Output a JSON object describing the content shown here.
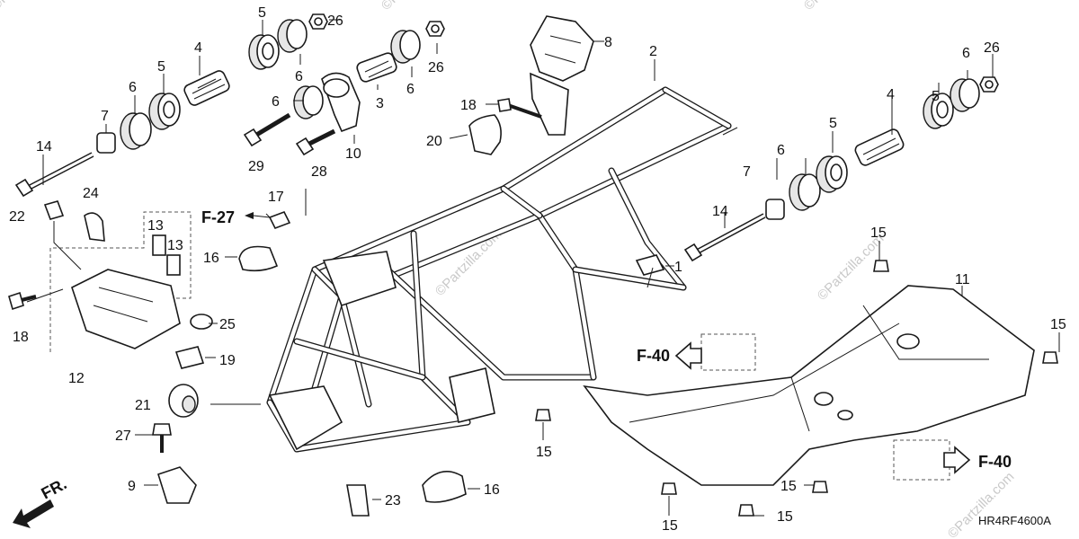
{
  "diagram": {
    "code": "HR4RF4600A",
    "direction_label": "FR.",
    "refs": {
      "f27": "F-27",
      "f40_left": "F-40",
      "f40_right": "F-40"
    },
    "watermarks": [
      "©Partzilla.com",
      "©Partzilla.com",
      "©Partzilla.com",
      "©Partzilla.com",
      "©Partzilla.com",
      "©Partzilla.com"
    ],
    "callouts": {
      "c1": "1",
      "c2": "2",
      "c3": "3",
      "c4a": "4",
      "c4b": "4",
      "c5a": "5",
      "c5b": "5",
      "c5c": "5",
      "c5d": "5",
      "c6a": "6",
      "c6b": "6",
      "c6c": "6",
      "c6d": "6",
      "c6e": "6",
      "c6f": "6",
      "c7a": "7",
      "c7b": "7",
      "c8": "8",
      "c9": "9",
      "c10": "10",
      "c11": "11",
      "c12": "12",
      "c13a": "13",
      "c13b": "13",
      "c14a": "14",
      "c14b": "14",
      "c15a": "15",
      "c15b": "15",
      "c15c": "15",
      "c15d": "15",
      "c15e": "15",
      "c15f": "15",
      "c16a": "16",
      "c16b": "16",
      "c17": "17",
      "c18a": "18",
      "c18b": "18",
      "c19": "19",
      "c20": "20",
      "c21": "21",
      "c22": "22",
      "c23": "23",
      "c24": "24",
      "c25": "25",
      "c26a": "26",
      "c26b": "26",
      "c26c": "26",
      "c27": "27",
      "c28": "28",
      "c29": "29"
    }
  }
}
